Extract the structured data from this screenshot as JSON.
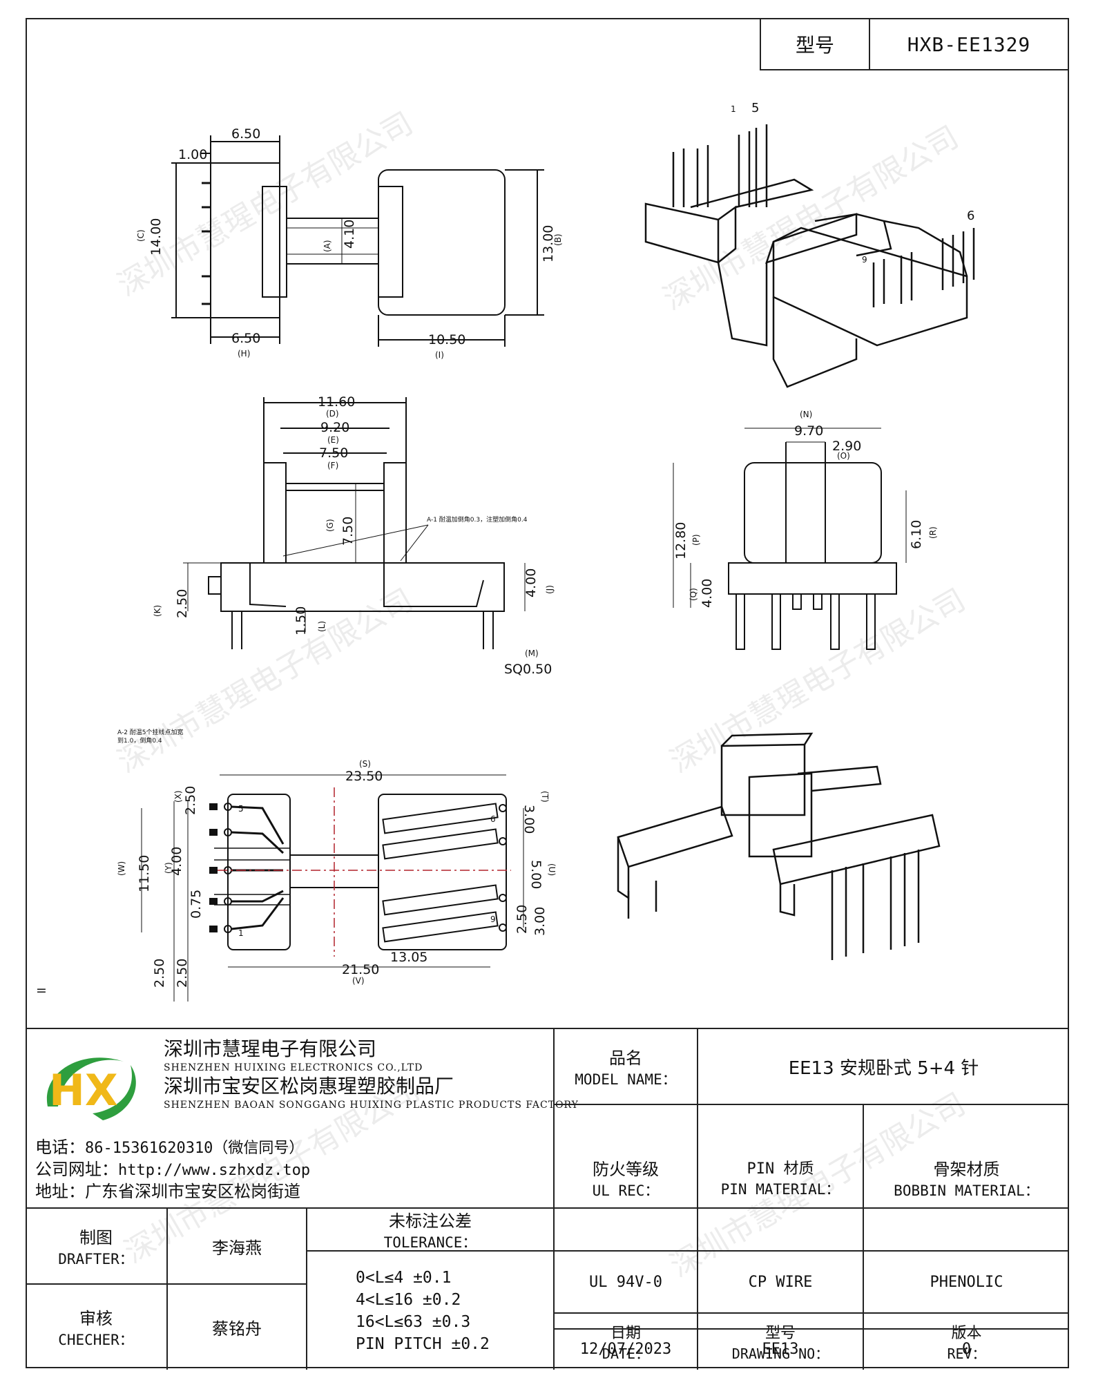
{
  "header": {
    "model_label": "型号",
    "model_value": "HXB-EE1329"
  },
  "watermark": "深圳市慧瑆电子有限公司",
  "drawing": {
    "dims_top_left": [
      "6.50",
      "1.00",
      "14.00",
      "(C)",
      "6.50",
      "(H)"
    ],
    "dims_top_mid": [
      "(A)",
      "4.10",
      "13.00",
      "(B)",
      "10.50",
      "(I)"
    ],
    "iso_pins": [
      "1",
      "5",
      "6",
      "9"
    ],
    "dims_side": [
      "11.60",
      "(D)",
      "9.20",
      "(E)",
      "7.50",
      "(F)",
      "(G)",
      "7.50",
      "2.50",
      "(K)",
      "1.50",
      "(L)",
      "4.00",
      "(J)",
      "(M)",
      "SQ0.50"
    ],
    "note_a1": "A-1 耐温加倒角0.3，注塑加倒角0.4",
    "dims_front": [
      "(N)",
      "9.70",
      "2.90",
      "(O)",
      "12.80",
      "(P)",
      "(Q)",
      "4.00",
      "6.10",
      "(R)"
    ],
    "note_a2": [
      "A-2 耐温5个挂线点加宽",
      "到1.0，倒角0.4"
    ],
    "dims_bottom": [
      "(S)",
      "23.50",
      "(X)",
      "2.50",
      "(W)",
      "11.50",
      "(Y)",
      "4.00",
      "0.75",
      "2.50",
      "2.50",
      "21.50",
      "(V)",
      "13.05",
      "3.00",
      "(T)",
      "5.00",
      "(U)",
      "2.50",
      "3.00"
    ],
    "bottom_pins": [
      "5",
      "1",
      "6",
      "9"
    ],
    "eq": "="
  },
  "company": {
    "logo": "HX",
    "name_cn": "深圳市慧瑆电子有限公司",
    "name_en": "SHENZHEN HUIXING ELECTRONICS CO.,LTD",
    "factory_cn": "深圳市宝安区松岗惠瑆塑胶制品厂",
    "factory_en": "SHENZHEN BAOAN SONGGANG HUIXING PLASTIC PRODUCTS FACTORY",
    "phone_label": "电话：",
    "phone": "86-15361620310（微信同号）",
    "web_label": "公司网址：",
    "web": "http://www.szhxdz.top",
    "addr_label": "地址：",
    "addr": "广东省深圳市宝安区松岗街道"
  },
  "title_block": {
    "model_name_cn": "品名",
    "model_name_en": "MODEL NAME：",
    "model_name_value": "EE13 安规卧式 5+4 针",
    "ul_cn": "防火等级",
    "ul_en": "UL REC：",
    "pin_cn": "PIN 材质",
    "pin_en": "PIN MATERIAL：",
    "bobbin_cn": "骨架材质",
    "bobbin_en": "BOBBIN MATERIAL：",
    "ul_value": "UL 94V-0",
    "pin_value": "CP WIRE",
    "bobbin_value": "PHENOLIC",
    "drafter_cn": "制图",
    "drafter_en": "DRAFTER：",
    "drafter_name": "李海燕",
    "checker_cn": "审核",
    "checker_en": "CHECHER：",
    "checker_name": "蔡铭舟",
    "tol_cn": "未标注公差",
    "tol_en": "TOLERANCE：",
    "tol_lines": [
      "0<L≤4  ±0.1",
      "4<L≤16 ±0.2",
      "16<L≤63 ±0.3",
      "PIN PITCH ±0.2"
    ],
    "date_cn": "日期",
    "date_en": "DATE：",
    "date_value": "12/07/2023",
    "dwg_cn": "型号",
    "dwg_en": "DRAWING NO：",
    "dwg_value": "EE13",
    "rev_cn": "版本",
    "rev_en": "REV：",
    "rev_value": "0"
  },
  "colors": {
    "logo_green": "#2e9e3e",
    "logo_yellow": "#f0b818",
    "center_line": "#b0202a"
  }
}
